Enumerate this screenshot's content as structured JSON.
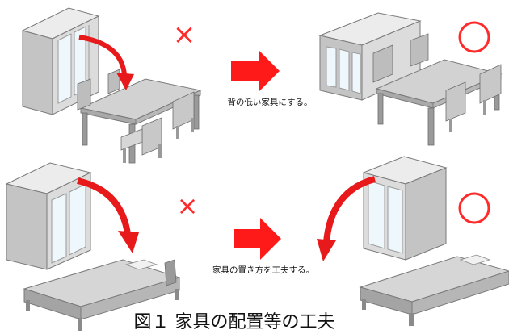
{
  "top_row": {
    "bad_mark": "×",
    "good_mark": "○",
    "caption": "背の低い家具にする。"
  },
  "bottom_row": {
    "bad_mark": "×",
    "good_mark": "○",
    "caption": "家具の置き方を工夫する。"
  },
  "figure_caption": "図１ 家具の配置等の工夫",
  "colors": {
    "bad_mark": "#ff2a2a",
    "good_mark": "#ff2a2a",
    "arrow": "#e8191b",
    "block_arrow": "#ff1a1a",
    "furniture_front": "#d8d8d8",
    "furniture_side": "#bdbdbd",
    "glass": "#eaf5fb"
  }
}
